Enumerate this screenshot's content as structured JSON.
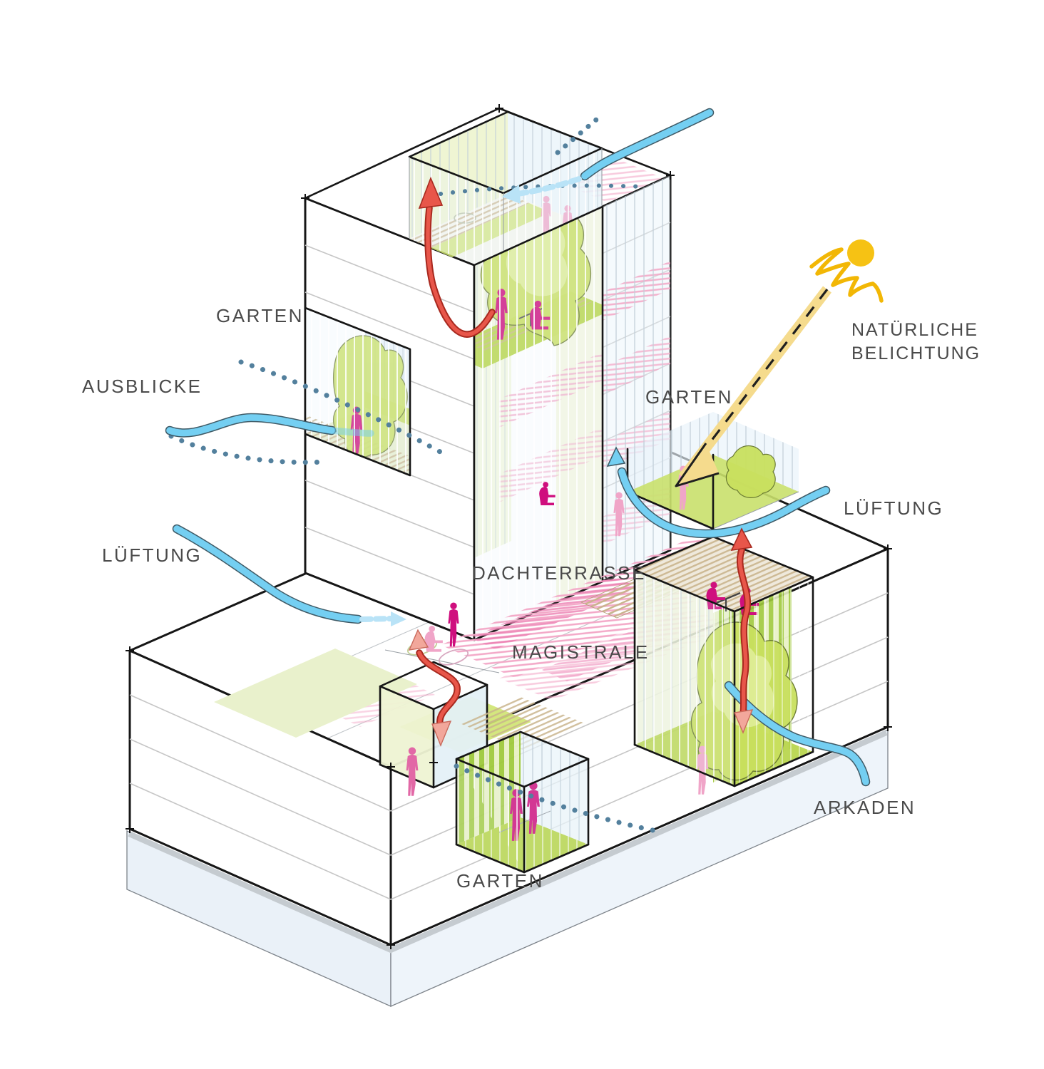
{
  "diagram_labels": {
    "garten_upper": "GARTEN",
    "ausblicke": "AUSBLICKE",
    "lueftung_left": "LÜFTUNG",
    "natural_light_line1": "NATÜRLICHE",
    "natural_light_line2": "BELICHTUNG",
    "garten_mid_right": "GARTEN",
    "lueftung_right": "LÜFTUNG",
    "dachterrasse": "DACHTERRASSE",
    "magistrale": "MAGISTRALE",
    "arkaden": "ARKADEN",
    "garten_lower": "GARTEN"
  },
  "colors": {
    "label_text": "#4a4a4a",
    "outline_black": "#161616",
    "wind_ribbon_blue": "#74cff2",
    "view_dots_blue": "#53809d",
    "exhaust_arrow_red": "#e8564a",
    "sun_yellow": "#f6c214",
    "sunbeam_yellow": "#f5db8d",
    "garden_green": "#b7d54a",
    "tree_green": "#c9e05e",
    "terrace_hatch_pink": "#f3a9c8",
    "deck_tan": "#c9b48c",
    "glass_blue": "#e8f3fa",
    "plinth_blue": "#eaf1f8",
    "people_magenta": "#cf0f7e",
    "people_pink": "#f0a5c8"
  }
}
